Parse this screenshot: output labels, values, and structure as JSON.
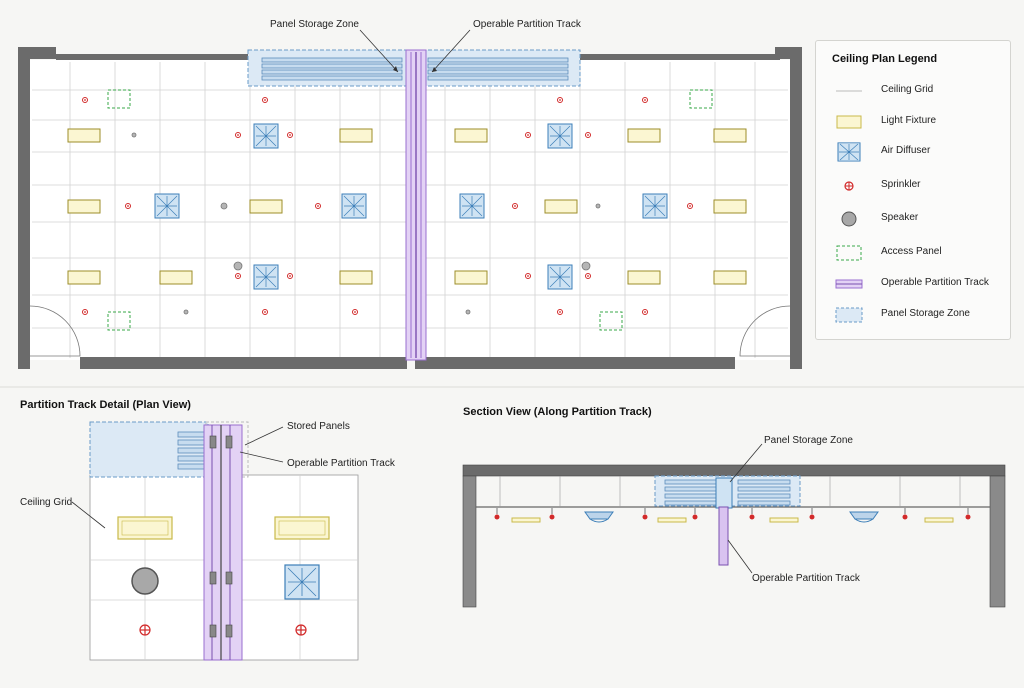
{
  "callouts": {
    "panel_storage_zone": "Panel Storage Zone",
    "operable_partition_track": "Operable Partition Track"
  },
  "legend": {
    "title": "Ceiling Plan Legend",
    "items": [
      {
        "label": "Ceiling Grid",
        "icon": "ceiling-grid-icon"
      },
      {
        "label": "Light Fixture",
        "icon": "light-fixture-icon"
      },
      {
        "label": "Air Diffuser",
        "icon": "air-diffuser-icon"
      },
      {
        "label": "Sprinkler",
        "icon": "sprinkler-icon"
      },
      {
        "label": "Speaker",
        "icon": "speaker-icon"
      },
      {
        "label": "Access Panel",
        "icon": "access-panel-icon"
      },
      {
        "label": "Operable Partition Track",
        "icon": "partition-track-icon"
      },
      {
        "label": "Panel Storage Zone",
        "icon": "panel-storage-icon"
      }
    ]
  },
  "detail": {
    "title": "Partition Track Detail (Plan View)",
    "stored_panels": "Stored Panels",
    "operable_partition_track": "Operable Partition Track",
    "ceiling_grid": "Ceiling Grid"
  },
  "section": {
    "title": "Section View (Along Partition Track)",
    "panel_storage_zone": "Panel Storage Zone",
    "operable_partition_track": "Operable Partition Track"
  },
  "colors": {
    "wall": "#6b6b6b",
    "grid": "#cfcfcf",
    "light_fill": "#fbf6d2",
    "light_stroke": "#c9b94a",
    "diffuser_fill": "#cfe3f3",
    "diffuser_stroke": "#3d7fb8",
    "sprinkler": "#d22a2a",
    "speaker": "#a8a8a8",
    "access_panel": "#3aa84a",
    "track": "#9a6fd0",
    "track_fill": "#e3d2f5",
    "storage_fill": "#dce9f5",
    "storage_stroke": "#6a9bc8"
  }
}
